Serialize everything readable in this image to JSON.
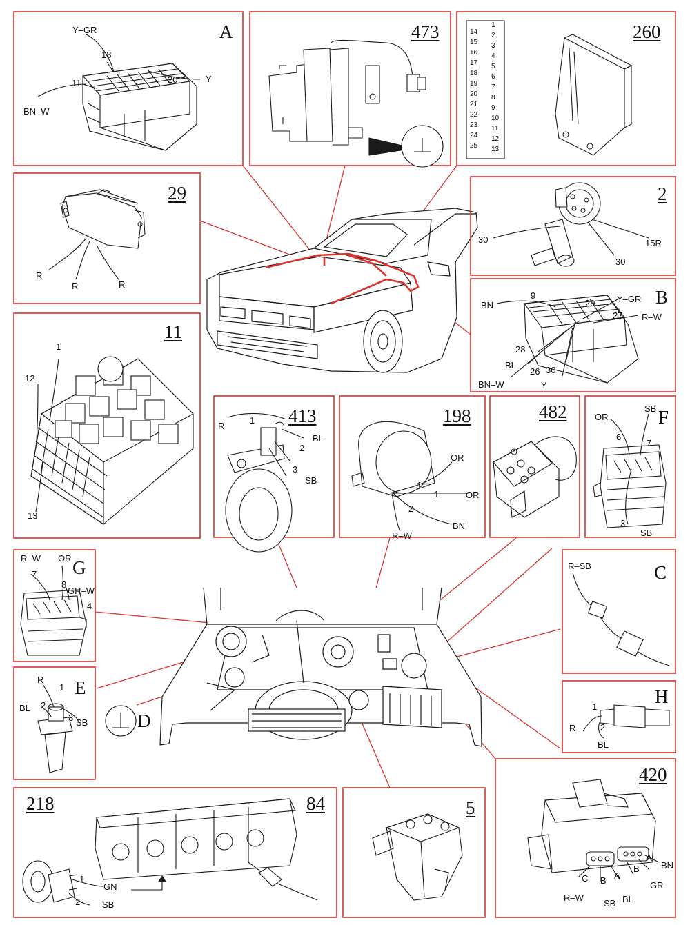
{
  "panels": {
    "A": {
      "id": "A",
      "labels": [
        "Y–GR",
        "18",
        "Y",
        "20",
        "11",
        "BN–W"
      ]
    },
    "p473": {
      "id": "473"
    },
    "p260": {
      "id": "260",
      "left_pins": [
        "14",
        "15",
        "16",
        "17",
        "18",
        "19",
        "20",
        "21",
        "22",
        "23",
        "24",
        "25"
      ],
      "right_pins": [
        "1",
        "2",
        "3",
        "4",
        "5",
        "6",
        "7",
        "8",
        "9",
        "10",
        "11",
        "12",
        "13"
      ]
    },
    "p29": {
      "id": "29",
      "labels": [
        "R",
        "R",
        "R"
      ]
    },
    "p2": {
      "id": "2",
      "labels": [
        "30",
        "15R",
        "30"
      ]
    },
    "B": {
      "id": "B",
      "labels": [
        "BN",
        "9",
        "29",
        "Y–GR",
        "27",
        "R–W",
        "28",
        "BL",
        "26",
        "30",
        "BN–W",
        "Y"
      ]
    },
    "p11": {
      "id": "11",
      "labels": [
        "1",
        "12",
        "13"
      ]
    },
    "p413": {
      "id": "413",
      "labels": [
        "R",
        "1",
        "BL",
        "2",
        "3",
        "SB"
      ]
    },
    "p198": {
      "id": "198",
      "labels": [
        "OR",
        "1",
        "1",
        "OR",
        "2",
        "BN",
        "R–W"
      ]
    },
    "p482": {
      "id": "482"
    },
    "F": {
      "id": "F",
      "labels": [
        "OR",
        "SB",
        "6",
        "7",
        "3",
        "SB"
      ]
    },
    "G": {
      "id": "G",
      "labels": [
        "R–W",
        "OR",
        "7",
        "8",
        "GR–W",
        "4"
      ]
    },
    "C": {
      "id": "C",
      "labels": [
        "R–SB"
      ]
    },
    "E": {
      "id": "E",
      "labels": [
        "R",
        "1",
        "BL",
        "2",
        "3",
        "SB"
      ]
    },
    "D": {
      "id": "D",
      "symbol": "⊥"
    },
    "H": {
      "id": "H",
      "labels": [
        "1",
        "R",
        "2",
        "BL"
      ]
    },
    "p218": {
      "id": "218",
      "labels": [
        "1",
        "GN",
        "2",
        "SB"
      ]
    },
    "p84": {
      "id": "84"
    },
    "p5": {
      "id": "5"
    },
    "p420": {
      "id": "420",
      "labels": [
        "A",
        "BN",
        "B",
        "GR",
        "A",
        "BL",
        "B",
        "SB",
        "C",
        "R–W"
      ]
    }
  },
  "colors": {
    "frame": "#d8332e",
    "ink": "#1a1a1a",
    "wire_highlight": "#d8332e"
  }
}
